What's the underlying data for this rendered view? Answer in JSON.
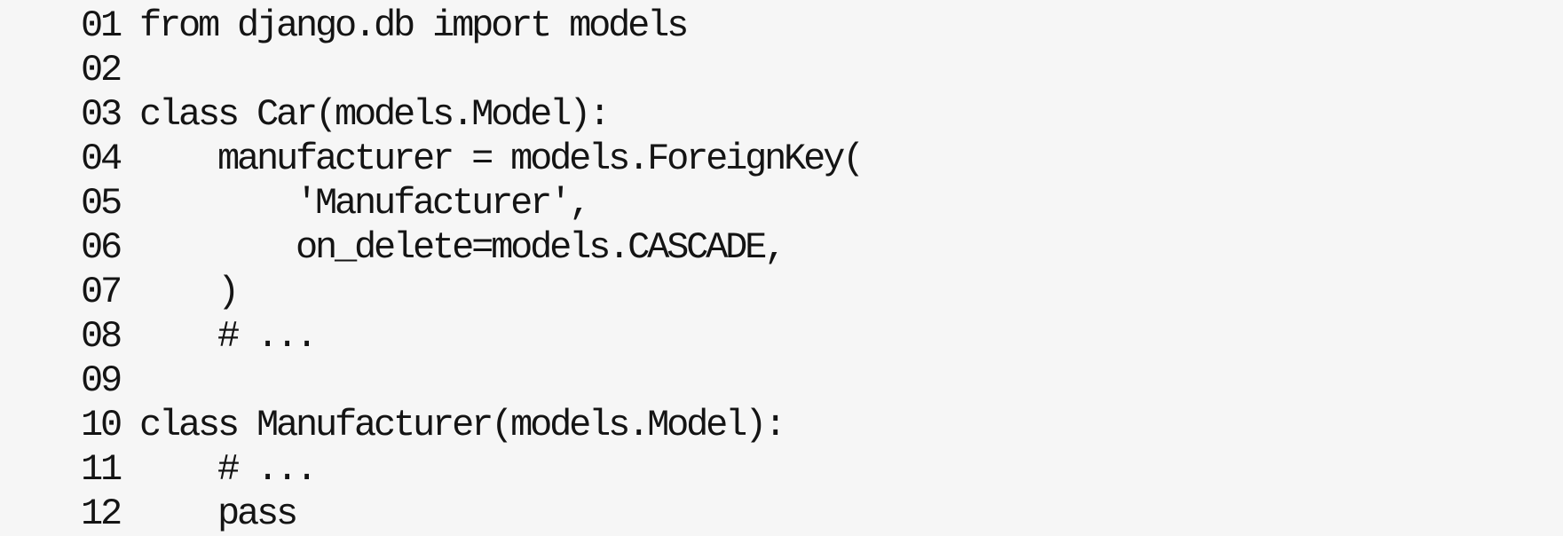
{
  "code_block": {
    "language": "python",
    "colors": {
      "background": "#f6f6f6",
      "text": "#141414"
    },
    "lines": [
      {
        "number": "01",
        "code": "from django.db import models"
      },
      {
        "number": "02",
        "code": ""
      },
      {
        "number": "03",
        "code": "class Car(models.Model):"
      },
      {
        "number": "04",
        "code": "    manufacturer = models.ForeignKey("
      },
      {
        "number": "05",
        "code": "        'Manufacturer',"
      },
      {
        "number": "06",
        "code": "        on_delete=models.CASCADE,"
      },
      {
        "number": "07",
        "code": "    )"
      },
      {
        "number": "08",
        "code": "    # ..."
      },
      {
        "number": "09",
        "code": ""
      },
      {
        "number": "10",
        "code": "class Manufacturer(models.Model):"
      },
      {
        "number": "11",
        "code": "    # ..."
      },
      {
        "number": "12",
        "code": "    pass"
      }
    ]
  }
}
